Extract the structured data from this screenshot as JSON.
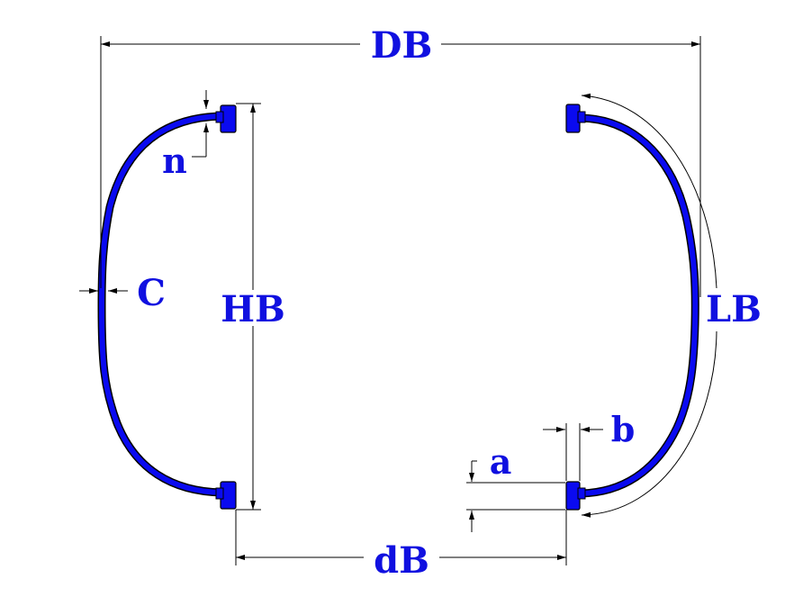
{
  "colors": {
    "part": "#0a0af0",
    "label": "#1010e0",
    "line": "#000000",
    "background": "#ffffff"
  },
  "labels": {
    "DB": "DB",
    "HB": "HB",
    "LB": "LB",
    "dB": "dB",
    "C": "C",
    "n": "n",
    "a": "a",
    "b": "b"
  }
}
